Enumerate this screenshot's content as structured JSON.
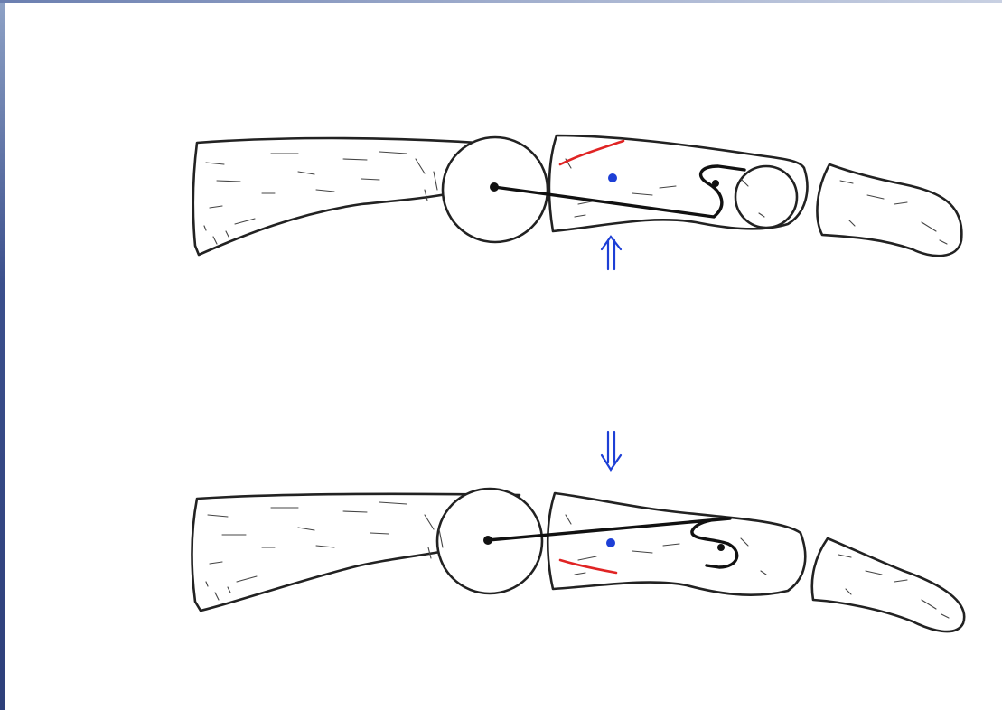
{
  "figure": {
    "panels": [
      {
        "id": "top",
        "fracture_side": "dorsal",
        "force_arrow": "upward"
      },
      {
        "id": "bottom",
        "fracture_side": "volar",
        "force_arrow": "downward"
      }
    ],
    "colors": {
      "bone_outline": "#222222",
      "fracture_line": "#e02424",
      "force_arrow": "#1d3fd6",
      "pin_marker": "#1d3fd6",
      "wire": "#111111"
    }
  }
}
